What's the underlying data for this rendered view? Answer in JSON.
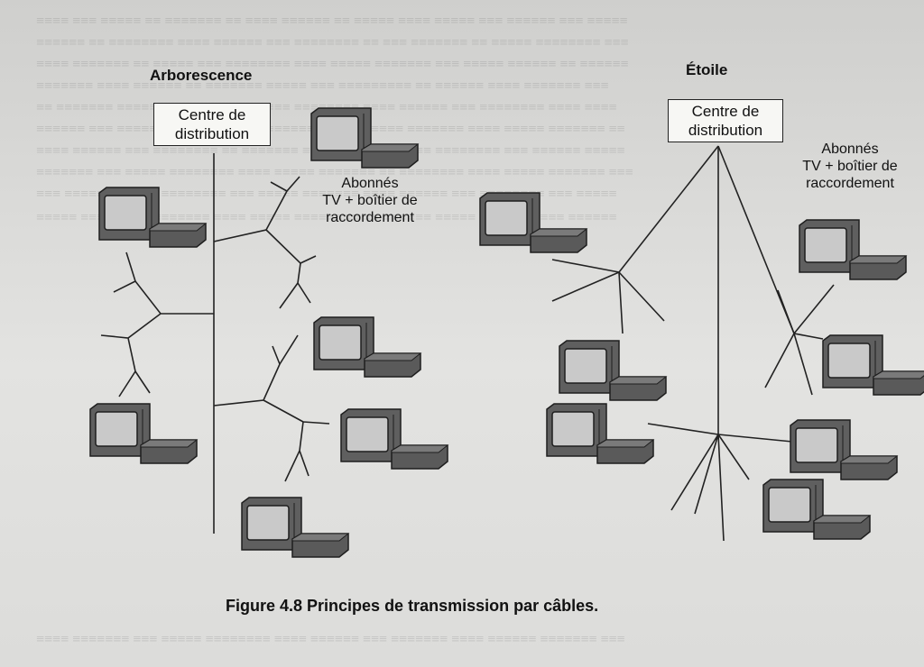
{
  "figure": {
    "caption": "Figure 4.8  Principes de transmission par câbles."
  },
  "left_panel": {
    "title": "Arborescence",
    "distribution_box": "Centre de\ndistribution",
    "subscribers_label": "Abonnés\nTV + boîtier de\nraccordement"
  },
  "right_panel": {
    "title": "Étoile",
    "distribution_box": "Centre de\ndistribution",
    "subscribers_label": "Abonnés\nTV + boîtier de\nraccordement"
  },
  "colors": {
    "line": "#222222",
    "tv_body": "#6a6a6a",
    "tv_screen": "#c9c9c9",
    "box_body": "#5c5c5c"
  }
}
